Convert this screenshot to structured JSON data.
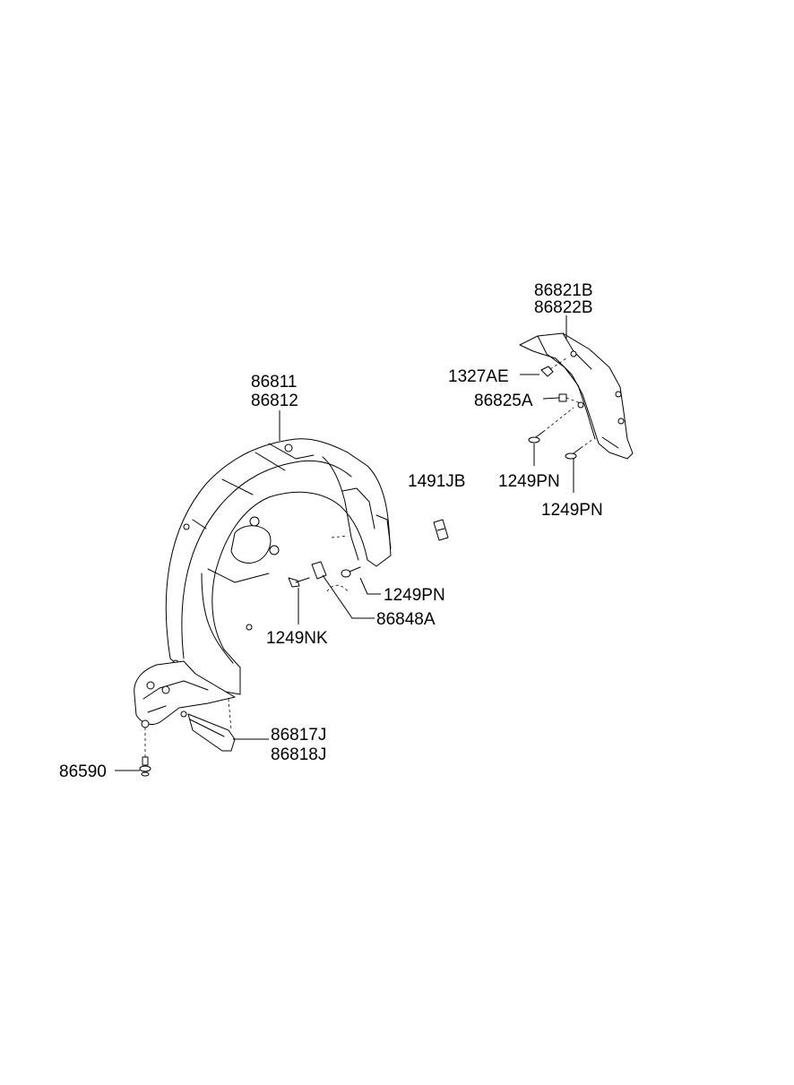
{
  "labels": {
    "inner_liner_a": "86811",
    "inner_liner_b": "86812",
    "rear_guard_a": "86821B",
    "rear_guard_b": "86822B",
    "clip_1327ae": "1327AE",
    "clip_86825a": "86825A",
    "screw_upper_1": "1249PN",
    "screw_upper_2": "1249PN",
    "nut_1491jb": "1491JB",
    "screw_mid": "1249PN",
    "retainer_86848a": "86848A",
    "screw_1249nk": "1249NK",
    "mud_guard_a": "86817J",
    "mud_guard_b": "86818J",
    "bolt_86590": "86590"
  }
}
